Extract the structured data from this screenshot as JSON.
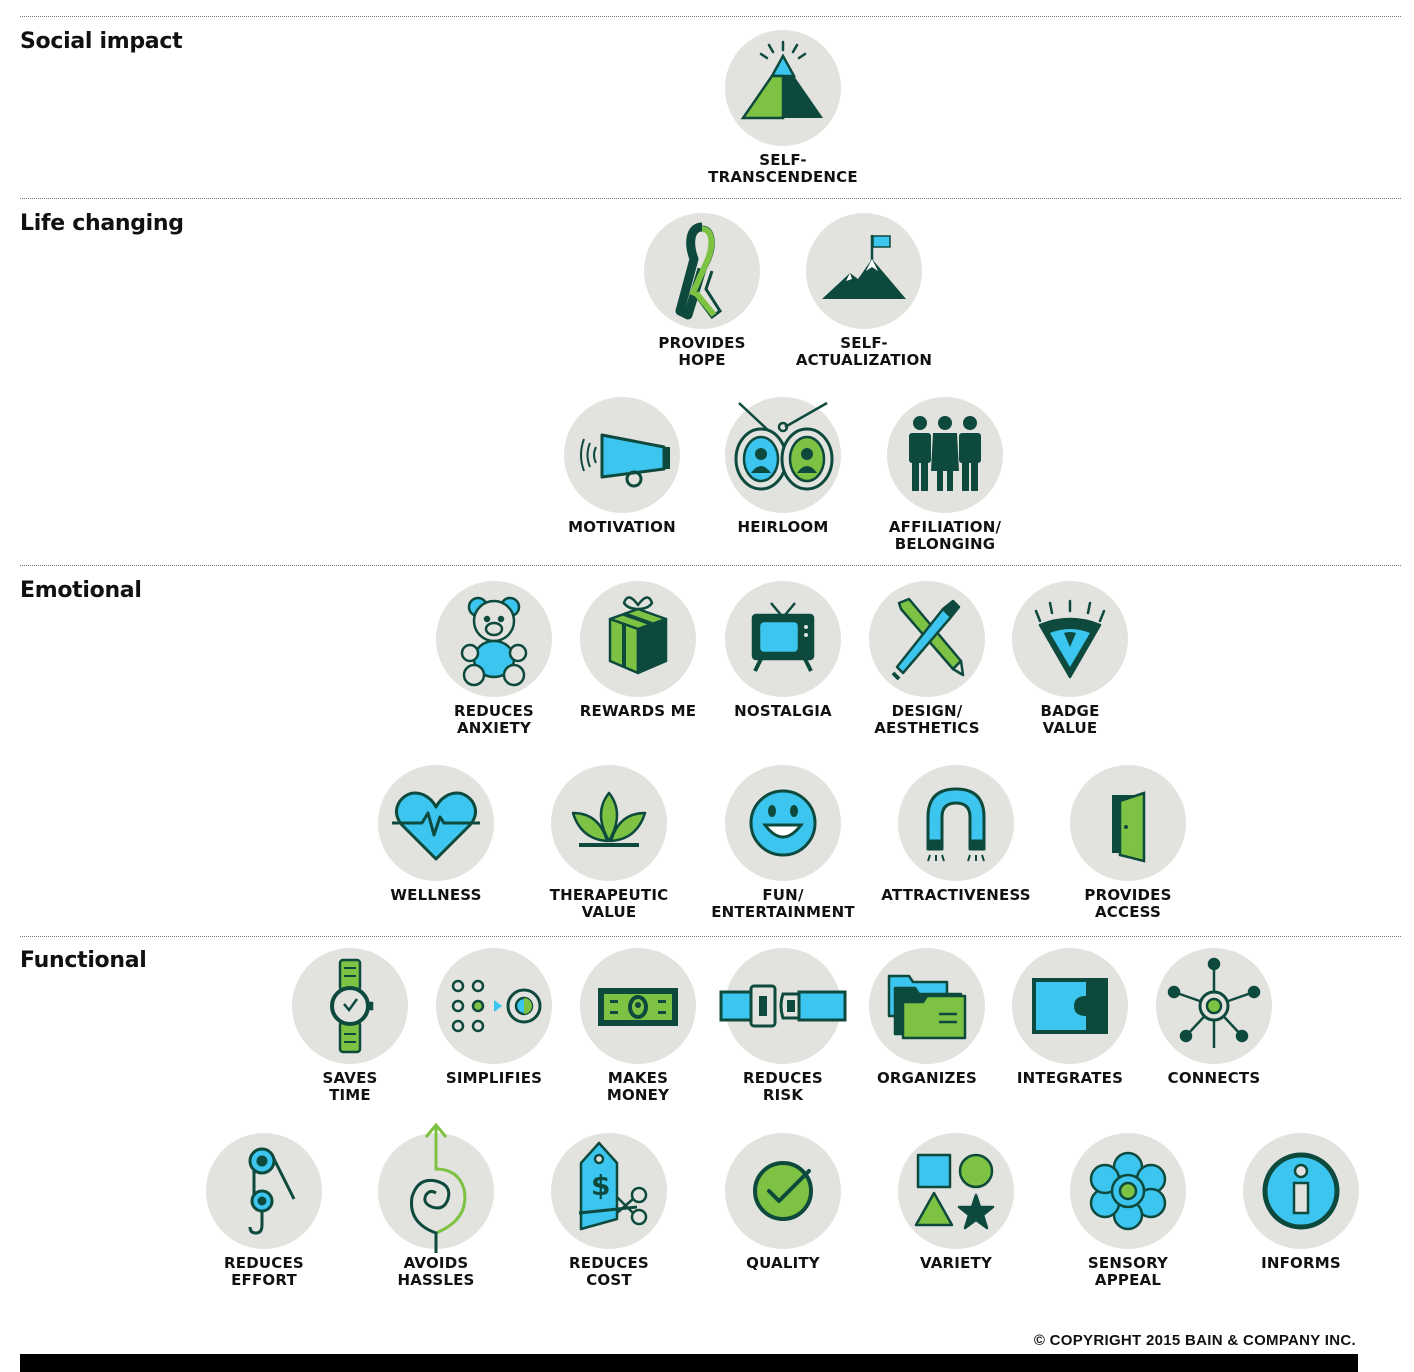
{
  "colors": {
    "dark": "#0d4a3d",
    "green": "#7dc242",
    "blue": "#3cc5ef",
    "circle": "#e2e2de"
  },
  "sections": [
    {
      "title": "Social impact"
    },
    {
      "title": "Life changing"
    },
    {
      "title": "Emotional"
    },
    {
      "title": "Functional"
    }
  ],
  "items": {
    "self_transcendence": {
      "label": "SELF-\nTRANSCENDENCE",
      "icon": "pyramid-icon"
    },
    "provides_hope": {
      "label": "PROVIDES\nHOPE",
      "icon": "ribbon-icon"
    },
    "self_actualization": {
      "label": "SELF-\nACTUALIZATION",
      "icon": "mountain-flag-icon"
    },
    "motivation": {
      "label": "MOTIVATION",
      "icon": "megaphone-icon"
    },
    "heirloom": {
      "label": "HEIRLOOM",
      "icon": "locket-icon"
    },
    "affiliation": {
      "label": "AFFILIATION/\nBELONGING",
      "icon": "people-icon"
    },
    "reduces_anxiety": {
      "label": "REDUCES\nANXIETY",
      "icon": "teddy-bear-icon"
    },
    "rewards_me": {
      "label": "REWARDS ME",
      "icon": "gift-icon"
    },
    "nostalgia": {
      "label": "NOSTALGIA",
      "icon": "tv-icon"
    },
    "design": {
      "label": "DESIGN/\nAESTHETICS",
      "icon": "pencil-brush-icon"
    },
    "badge_value": {
      "label": "BADGE\nVALUE",
      "icon": "badge-icon"
    },
    "wellness": {
      "label": "WELLNESS",
      "icon": "heart-pulse-icon"
    },
    "therapeutic": {
      "label": "THERAPEUTIC\nVALUE",
      "icon": "leaves-icon"
    },
    "fun": {
      "label": "FUN/\nENTERTAINMENT",
      "icon": "smiley-icon"
    },
    "attractiveness": {
      "label": "ATTRACTIVENESS",
      "icon": "magnet-icon"
    },
    "provides_access": {
      "label": "PROVIDES\nACCESS",
      "icon": "door-icon"
    },
    "saves_time": {
      "label": "SAVES\nTIME",
      "icon": "watch-icon"
    },
    "simplifies": {
      "label": "SIMPLIFIES",
      "icon": "dots-target-icon"
    },
    "makes_money": {
      "label": "MAKES\nMONEY",
      "icon": "banknote-icon"
    },
    "reduces_risk": {
      "label": "REDUCES\nRISK",
      "icon": "seatbelt-icon"
    },
    "organizes": {
      "label": "ORGANIZES",
      "icon": "folders-icon"
    },
    "integrates": {
      "label": "INTEGRATES",
      "icon": "puzzle-icon"
    },
    "connects": {
      "label": "CONNECTS",
      "icon": "network-icon"
    },
    "reduces_effort": {
      "label": "REDUCES\nEFFORT",
      "icon": "pulley-icon"
    },
    "avoids_hassles": {
      "label": "AVOIDS\nHASSLES",
      "icon": "tangled-arrow-icon"
    },
    "reduces_cost": {
      "label": "REDUCES\nCOST",
      "icon": "price-tag-scissors-icon"
    },
    "quality": {
      "label": "QUALITY",
      "icon": "checkmark-icon"
    },
    "variety": {
      "label": "VARIETY",
      "icon": "shapes-icon"
    },
    "sensory_appeal": {
      "label": "SENSORY\nAPPEAL",
      "icon": "flower-icon"
    },
    "informs": {
      "label": "INFORMS",
      "icon": "info-icon"
    }
  },
  "copyright": "© COPYRIGHT 2015 BAIN & COMPANY INC."
}
